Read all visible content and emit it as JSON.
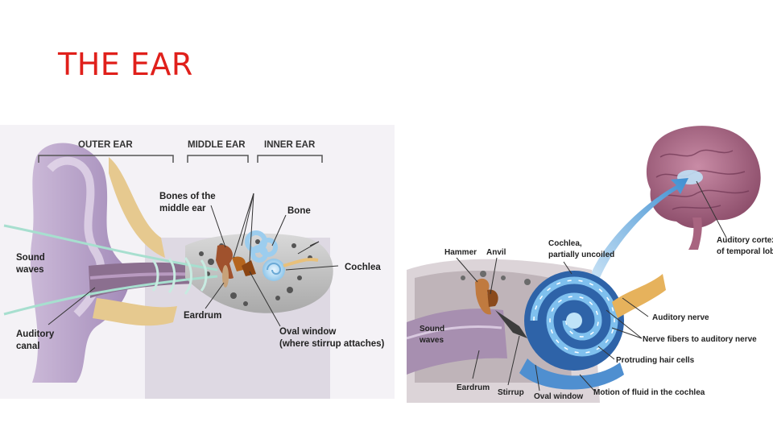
{
  "slide": {
    "title": "THE EAR"
  },
  "left_diagram": {
    "sections": [
      "OUTER EAR",
      "MIDDLE EAR",
      "INNER EAR"
    ],
    "labels": {
      "bones_line1": "Bones of the",
      "bones_line2": "middle ear",
      "bone": "Bone",
      "sound_line1": "Sound",
      "sound_line2": "waves",
      "cochlea": "Cochlea",
      "eardrum": "Eardrum",
      "auditory_line1": "Auditory",
      "auditory_line2": "canal",
      "oval_line1": "Oval window",
      "oval_line2": "(where stirrup attaches)"
    }
  },
  "right_diagram": {
    "labels": {
      "hammer": "Hammer",
      "anvil": "Anvil",
      "cochlea_line1": "Cochlea,",
      "cochlea_line2": "partially uncoiled",
      "cortex_line1": "Auditory cortex",
      "cortex_line2": "of temporal lobe",
      "sound_line1": "Sound",
      "sound_line2": "waves",
      "auditory_nerve": "Auditory nerve",
      "nerve_fibers": "Nerve fibers to auditory nerve",
      "hair_cells": "Protruding hair cells",
      "eardrum": "Eardrum",
      "stirrup": "Stirrup",
      "oval_window": "Oval window",
      "fluid": "Motion of fluid in the cochlea"
    }
  }
}
